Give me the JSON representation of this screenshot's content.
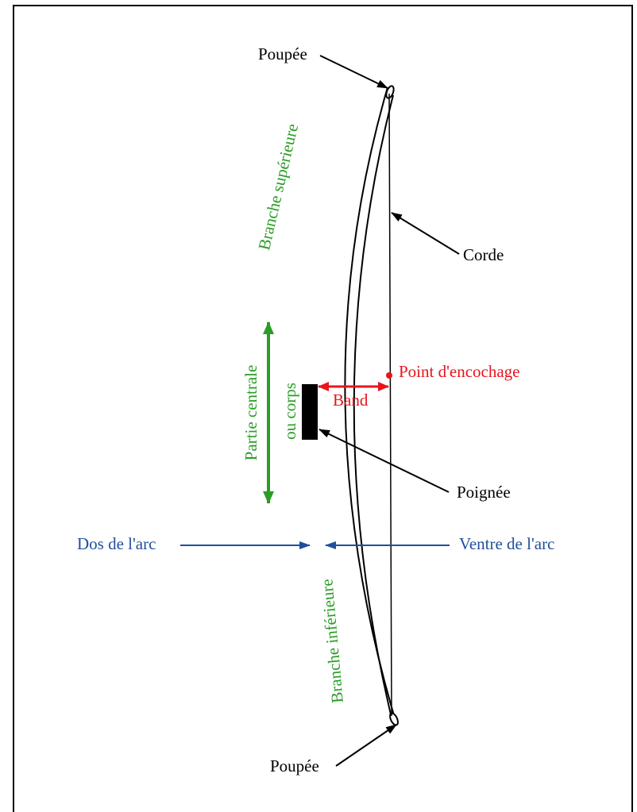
{
  "labels": {
    "top_tip": "Poupée",
    "bottom_tip": "Poupée",
    "upper_limb": "Branche supérieure",
    "lower_limb": "Branche inférieure",
    "string": "Corde",
    "nock_point": "Point d'encochage",
    "brace_height": "Band",
    "grip": "Poignée",
    "riser_line1": "Partie centrale",
    "riser_line2": "ou corps",
    "back": "Dos de l'arc",
    "belly": "Ventre de l'arc"
  },
  "colors": {
    "black": "#000000",
    "green": "#2a9d25",
    "red": "#e8141c",
    "blue": "#1f4f9c"
  }
}
